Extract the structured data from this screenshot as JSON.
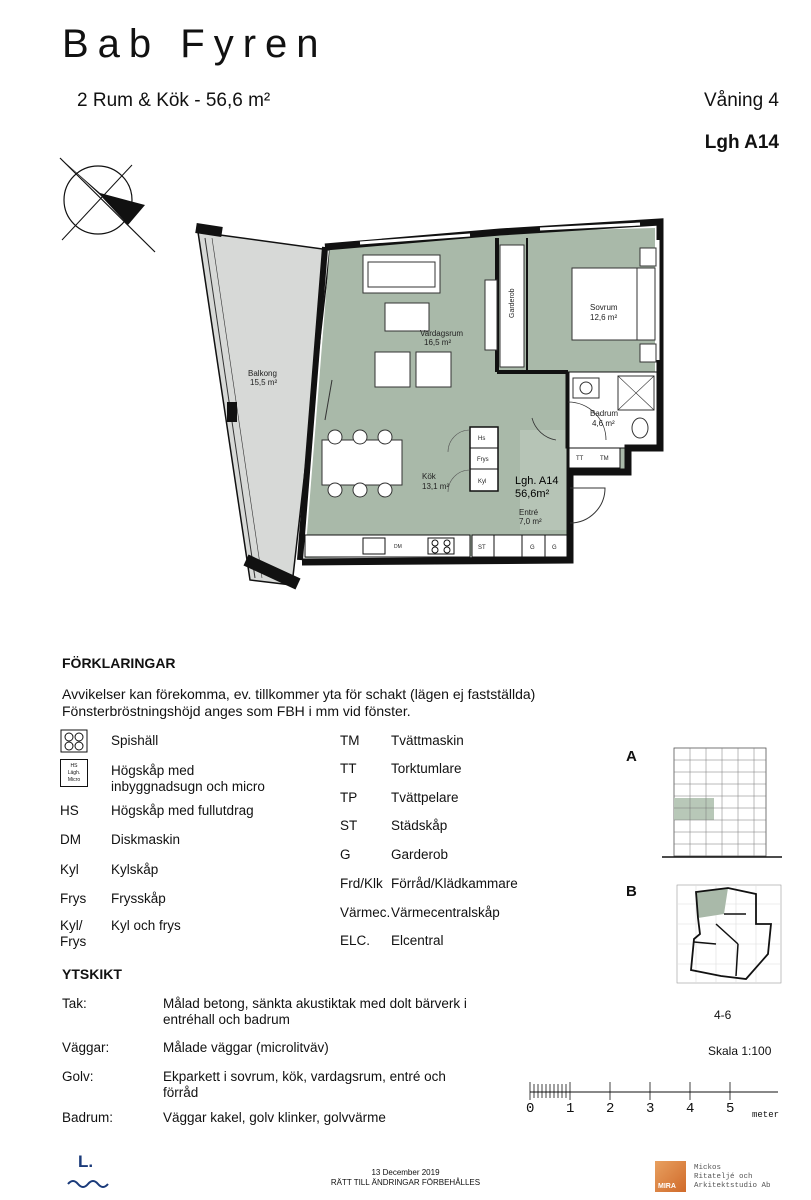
{
  "header": {
    "title": "Bab Fyren",
    "subtitle": "2 Rum & Kök - 56,6 m²",
    "floor": "Våning 4",
    "apartment": "Lgh A14"
  },
  "plan": {
    "rooms": {
      "balkong": {
        "name": "Balkong",
        "area": "15,5 m²"
      },
      "vardagsrum": {
        "name": "Vardagsrum",
        "area": "16,5 m²"
      },
      "sovrum": {
        "name": "Sovrum",
        "area": "12,6 m²"
      },
      "badrum": {
        "name": "Badrum",
        "area": "4,6 m²"
      },
      "kok": {
        "name": "Kök",
        "area": "13,1 m²"
      },
      "entre": {
        "name": "Entré",
        "area": "7,0 m²"
      },
      "lgh": {
        "name": "Lgh. A14",
        "area": "56,6m²"
      }
    },
    "labels": {
      "garderob": "Garderob",
      "hs": "Hs",
      "frys": "Frys",
      "kyl": "Kyl",
      "tt": "TT",
      "tm": "TM",
      "st": "ST",
      "g1": "G",
      "g2": "G",
      "dm": "DM"
    },
    "colors": {
      "room": "#a9b9a9",
      "balcony": "#d7d9d7",
      "wall": "#111111"
    }
  },
  "legend": {
    "heading": "FÖRKLARINGAR",
    "note1": "Avvikelser kan förekomma, ev. tillkommer yta för schakt (lägen ej fastställda)",
    "note2": "Fönsterbröstningshöjd anges som FBH i mm vid fönster.",
    "icon_hs_lines": [
      "HS",
      "Lägh.",
      "Micro"
    ],
    "left": [
      {
        "code": "",
        "text": "Spishäll"
      },
      {
        "code": "",
        "text": "Högskåp med inbyggnadsugn och micro"
      },
      {
        "code": "HS",
        "text": "Högskåp med fullutdrag"
      },
      {
        "code": "DM",
        "text": "Diskmaskin"
      },
      {
        "code": "Kyl",
        "text": "Kylskåp"
      },
      {
        "code": "Frys",
        "text": "Frysskåp"
      },
      {
        "code": "Kyl/ Frys",
        "text": "Kyl och frys"
      }
    ],
    "right": [
      {
        "code": "TM",
        "text": "Tvättmaskin"
      },
      {
        "code": "TT",
        "text": "Torktumlare"
      },
      {
        "code": "TP",
        "text": "Tvättpelare"
      },
      {
        "code": "ST",
        "text": "Städskåp"
      },
      {
        "code": "G",
        "text": "Garderob"
      },
      {
        "code": "Frd/Klk",
        "text": "Förråd/Klädkammare"
      },
      {
        "code": "Värmec.",
        "text": "Värmecentralskåp"
      },
      {
        "code": "ELC.",
        "text": "Elcentral"
      }
    ]
  },
  "ytskikt": {
    "heading": "YTSKIKT",
    "rows": [
      {
        "label": "Tak:",
        "text": "Målad betong, sänkta akustiktak med dolt bärverk i entréhall och badrum"
      },
      {
        "label": "Väggar:",
        "text": "Målade väggar (microlitväv)"
      },
      {
        "label": "Golv:",
        "text": "Ekparkett i sovrum, kök, vardagsrum, entré och förråd"
      },
      {
        "label": "Badrum:",
        "text": "Väggar kakel, golv klinker, golvvärme"
      }
    ]
  },
  "keyplan": {
    "a_label": "A",
    "b_label": "B",
    "floors": "4-6",
    "scale": "Skala 1:100"
  },
  "scalebar": {
    "ticks": [
      "0",
      "1",
      "2",
      "3",
      "4",
      "5"
    ],
    "unit": "meter"
  },
  "footer": {
    "date": "13 December 2019",
    "disclaimer": "RÄTT TILL ÄNDRINGAR FÖRBEHÅLLES",
    "left_logo": "L.",
    "mira_badge": "MIRA",
    "mira_lines": [
      "Mickos",
      "Ritateljé och",
      "Arkitektstudio Ab"
    ]
  }
}
